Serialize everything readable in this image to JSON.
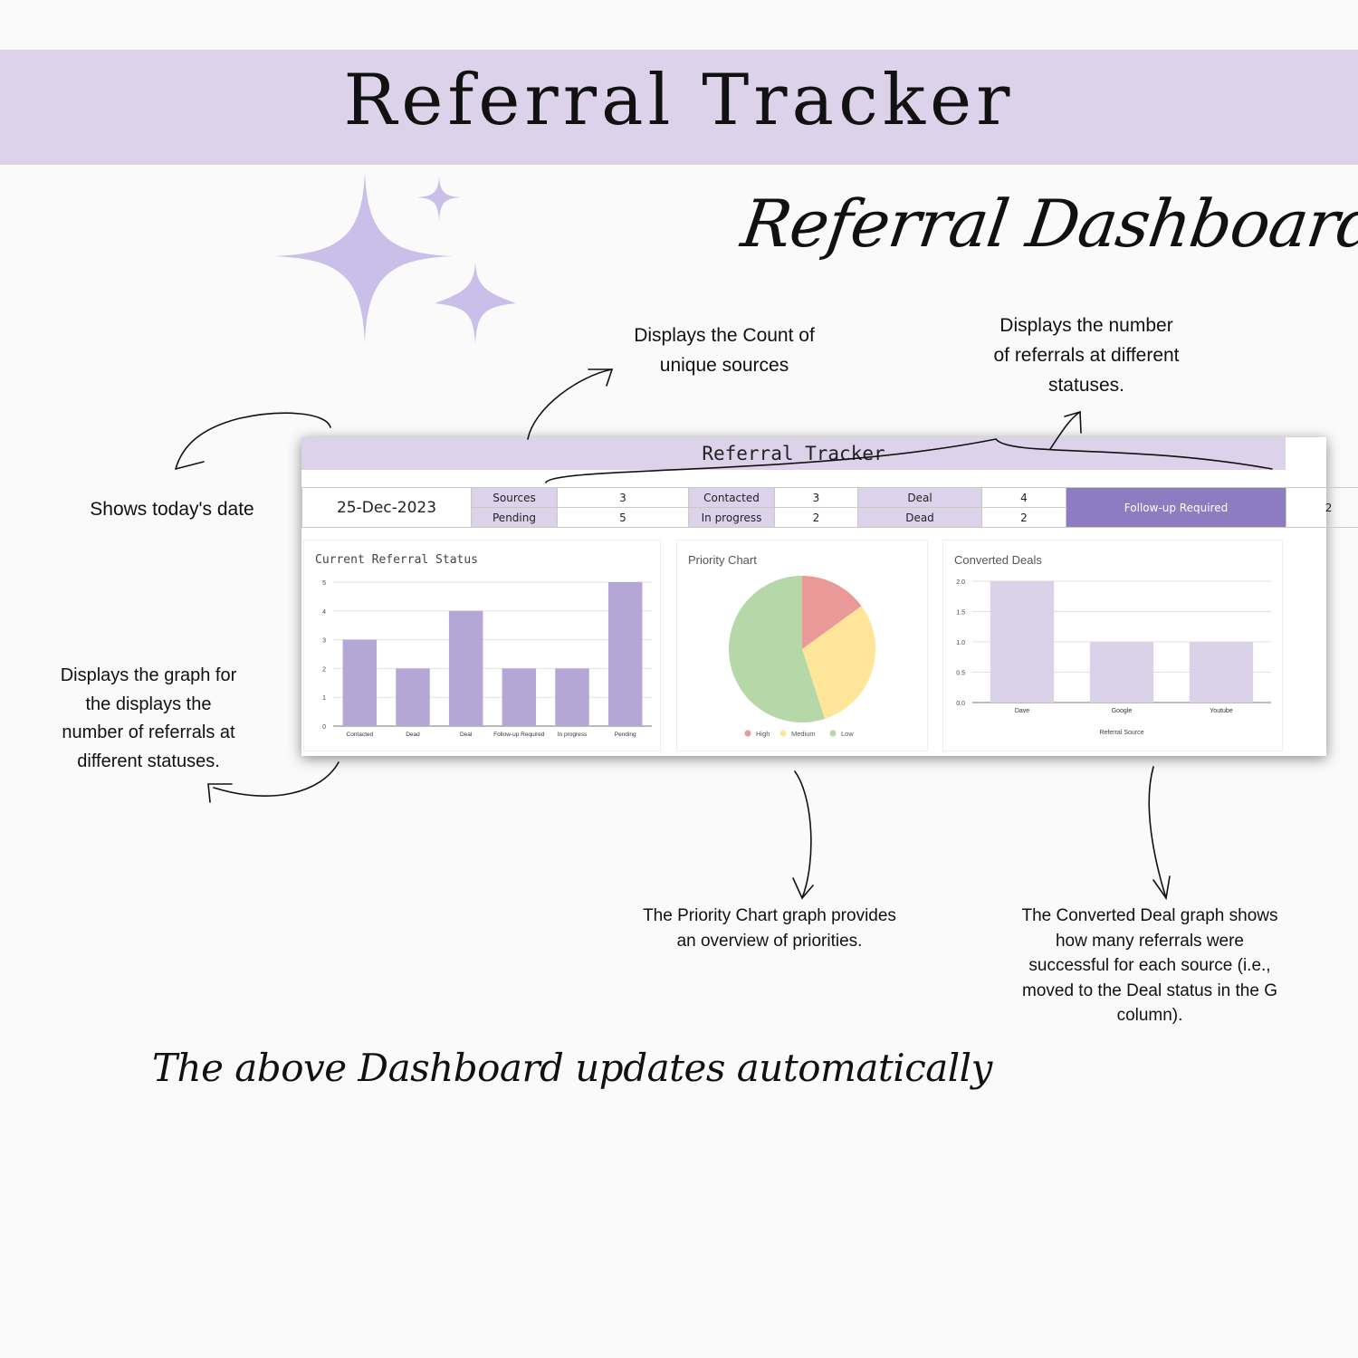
{
  "header": {
    "title": "Referral Tracker"
  },
  "script_title": "Referral Dashboard",
  "notes": {
    "date": "Shows today's date",
    "sources": [
      "Displays the Count of",
      "unique sources"
    ],
    "statuses": [
      "Displays the number",
      "of referrals at different",
      "statuses."
    ],
    "graph": [
      "Displays the graph for",
      "the displays the",
      "number of referrals at",
      "different statuses."
    ],
    "priority": [
      "The Priority Chart graph provides",
      "an overview of priorities."
    ],
    "converted": [
      "The Converted Deal graph shows",
      "how many referrals were",
      "successful for each source (i.e.,",
      "moved to the Deal status in the G",
      "column)."
    ]
  },
  "footer_script": "The above Dashboard updates automatically",
  "dashboard": {
    "title": "Referral Tracker",
    "date": "25-Dec-2023",
    "stats": {
      "sources_label": "Sources",
      "sources_value": "3",
      "pending_label": "Pending",
      "pending_value": "5",
      "contacted_label": "Contacted",
      "contacted_value": "3",
      "in_progress_label": "In progress",
      "in_progress_value": "2",
      "deal_label": "Deal",
      "deal_value": "4",
      "dead_label": "Dead",
      "dead_value": "2",
      "followup_label": "Follow-up Required",
      "followup_value": "2"
    },
    "colors": {
      "accent": "#dcd3ea",
      "bar": "#b4a7d6",
      "followup": "#8e7cc3",
      "converted_bar": "#d9d2e9"
    }
  },
  "chart_data": [
    {
      "type": "bar",
      "title": "Current Referral Status",
      "categories": [
        "Contacted",
        "Dead",
        "Deal",
        "Follow-up Required",
        "In progress",
        "Pending"
      ],
      "values": [
        3,
        2,
        4,
        2,
        2,
        5
      ],
      "ylim": [
        0,
        5
      ],
      "yticks": [
        "0",
        "1",
        "2",
        "3",
        "4",
        "5"
      ],
      "grid": true
    },
    {
      "type": "pie",
      "title": "Priority Chart",
      "labels": [
        "High",
        "Medium",
        "Low"
      ],
      "values": [
        15,
        30,
        55
      ],
      "colors": [
        "#ea9999",
        "#ffe599",
        "#b6d7a8"
      ],
      "legend": "bottom"
    },
    {
      "type": "bar",
      "title": "Converted Deals",
      "categories": [
        "Dave",
        "Google",
        "Youtube"
      ],
      "values": [
        2,
        1,
        1
      ],
      "ylim": [
        0,
        2
      ],
      "yticks": [
        "0.0",
        "0.5",
        "1.0",
        "1.5",
        "2.0"
      ],
      "xlabel": "Referral Source",
      "grid": true
    }
  ]
}
